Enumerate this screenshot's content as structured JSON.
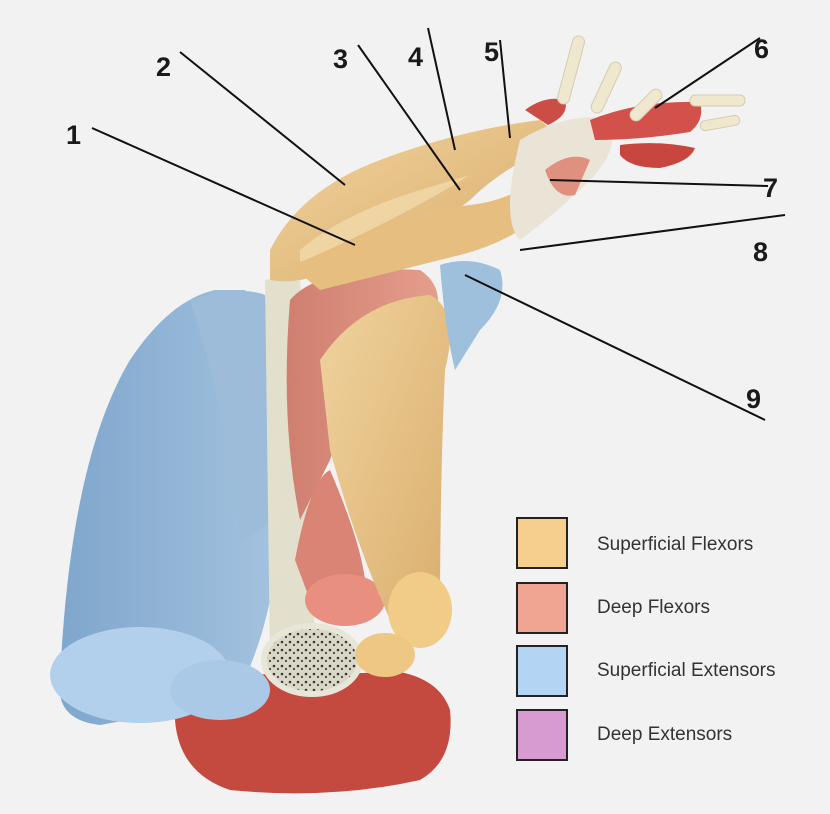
{
  "callouts": [
    "1",
    "2",
    "3",
    "4",
    "5",
    "6",
    "7",
    "8",
    "9"
  ],
  "legend": [
    {
      "label": "Superficial Flexors",
      "color": "#f6cf8e"
    },
    {
      "label": "Deep Flexors",
      "color": "#f0a592"
    },
    {
      "label": "Superficial Extensors",
      "color": "#b3d4f2"
    },
    {
      "label": "Deep Extensors",
      "color": "#d79ad1"
    }
  ],
  "colors": {
    "background": "#f2f2f2",
    "flexor_tan": "#e5bf83",
    "deep_flexor_red": "#d98a7a",
    "extensor_blue": "#8fb2d2",
    "bone": "#dedcc8",
    "cut_muscle": "#c0463f"
  }
}
